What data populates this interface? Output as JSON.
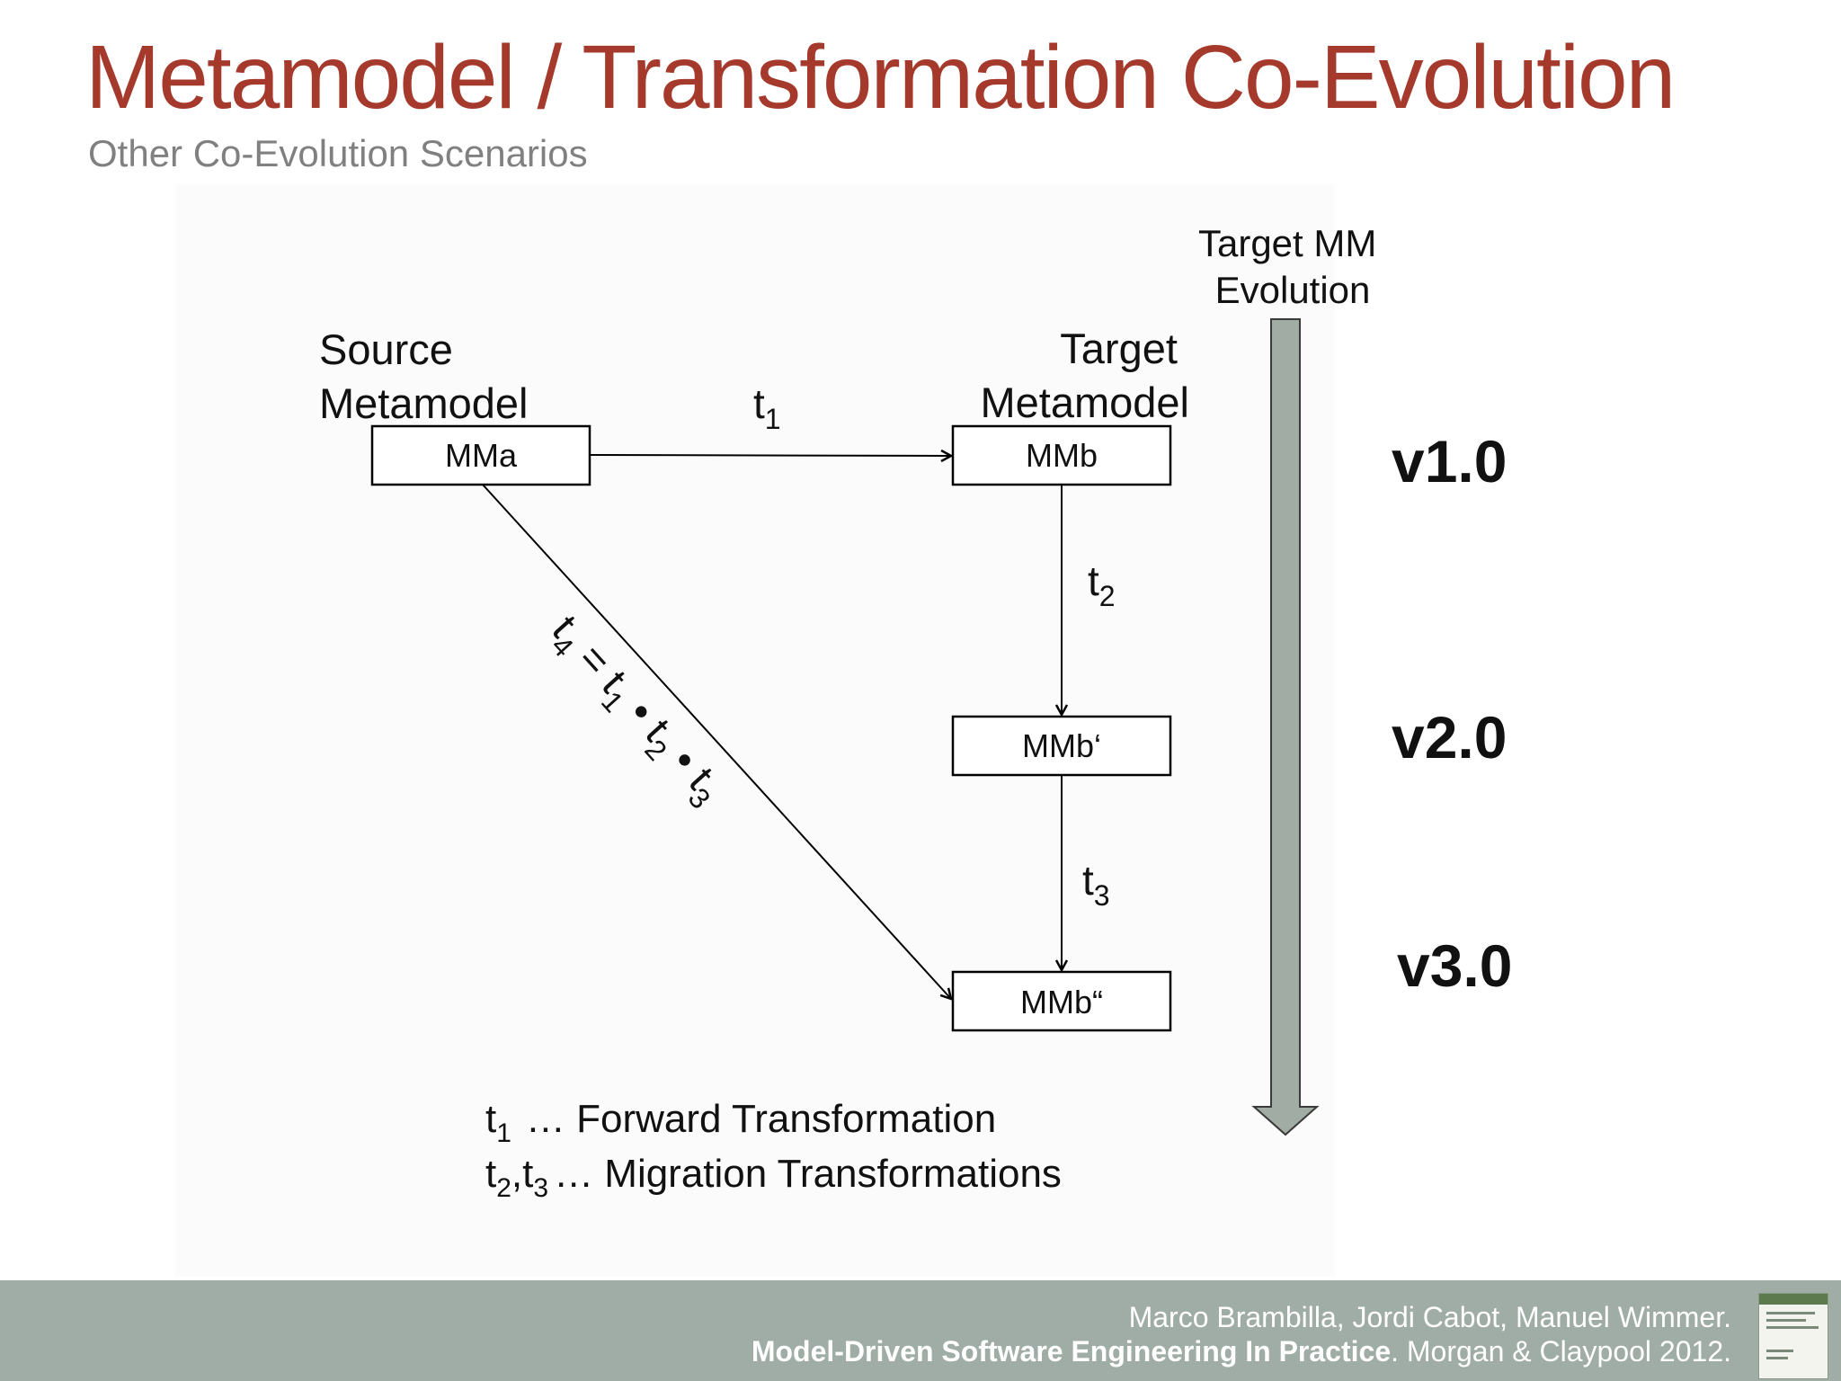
{
  "slide": {
    "title": "Metamodel / Transformation Co-Evolution",
    "subtitle": "Other Co-Evolution Scenarios"
  },
  "diagram": {
    "source_label_line1": "Source",
    "source_label_line2": "Metamodel",
    "target_label_line1": "Target",
    "target_label_line2": "Metamodel",
    "evolution_label_line1": "Target MM",
    "evolution_label_line2": "Evolution",
    "boxes": {
      "mma": "MMa",
      "mmb": "MMb",
      "mmb_prime": "MMb‘",
      "mmb_double": "MMb“"
    },
    "edges": {
      "t1": {
        "base": "t",
        "sub": "1"
      },
      "t2": {
        "base": "t",
        "sub": "2"
      },
      "t3": {
        "base": "t",
        "sub": "3"
      },
      "t4_formula": "t4 = t1 • t2 • t3"
    },
    "versions": [
      "v1.0",
      "v2.0",
      "v3.0"
    ],
    "arrow_color": "#a0aca4",
    "legend": [
      {
        "terms": "t1",
        "text": "… Forward Transformation"
      },
      {
        "terms": "t2,t3",
        "text": "… Migration Transformations"
      }
    ]
  },
  "footer": {
    "authors": "Marco Brambilla, Jordi Cabot, Manuel Wimmer.",
    "book_title": "Model-Driven Software Engineering In Practice",
    "publisher": ". Morgan & Claypool 2012."
  },
  "colors": {
    "title": "#a53a2c",
    "subtitle": "#808080",
    "footer_band": "#9fada6"
  }
}
